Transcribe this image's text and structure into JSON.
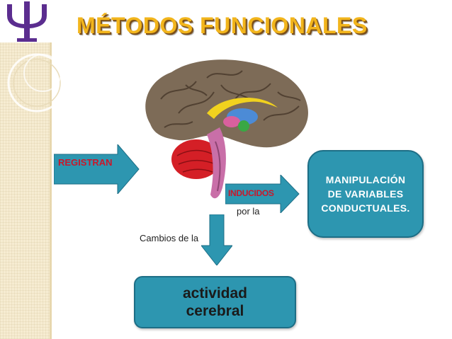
{
  "slide": {
    "title": "MÉTODOS FUNCIONALES",
    "logo_icon": "psi-symbol",
    "illustration_icon": "brain-illustration"
  },
  "arrows": {
    "registran": "REGISTRAN",
    "inducidos": "INDUCIDOS"
  },
  "labels": {
    "por_la": "por la",
    "cambios_de_la": "Cambios de  la"
  },
  "boxes": {
    "manipulacion": "MANIPULACIÓN\nDE VARIABLES\nCONDUCTUALES.",
    "actividad": "actividad\ncerebral"
  },
  "colors": {
    "title": "#f2b51c",
    "psi": "#5b2d8f",
    "arrow": "#2d96b0",
    "arrow_text": "#c8182b",
    "box": "#2d96b0",
    "panel": "#f6ecd2"
  }
}
